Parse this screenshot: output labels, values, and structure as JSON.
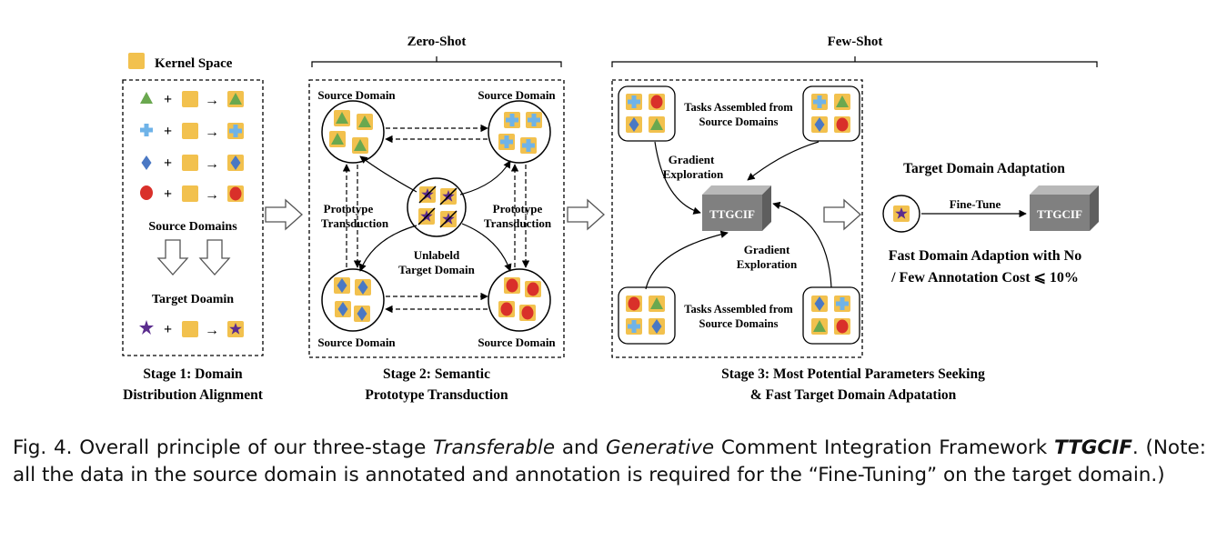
{
  "colors": {
    "kernel": "#f2c14e",
    "triangle": "#6aa84f",
    "cross": "#6fb3e8",
    "diamond": "#4a78c4",
    "circle": "#d9302a",
    "star": "#5b2d8e",
    "box": "#808080"
  },
  "headers": {
    "zero_shot": "Zero-Shot",
    "few_shot": "Few-Shot"
  },
  "stage1": {
    "kernel_label": "Kernel Space",
    "source_label": "Source Domains",
    "target_label": "Target Doamin",
    "plus": "+",
    "arrow": "→",
    "title_line1": "Stage 1: Domain",
    "title_line2": "Distribution Alignment"
  },
  "stage2": {
    "src_tl": "Source Domain",
    "src_tr": "Source Domain",
    "src_bl": "Source Domain",
    "src_br": "Source Domain",
    "pt_left_1": "Prototype",
    "pt_left_2": "Transduction",
    "pt_right_1": "Prototype",
    "pt_right_2": "Transduction",
    "unlabel_1": "Unlabeld",
    "unlabel_2": "Target Domain",
    "title_line1": "Stage 2: Semantic",
    "title_line2": "Prototype Transduction"
  },
  "stage3": {
    "tasks_top_1": "Tasks Assembled from",
    "tasks_top_2": "Source Domains",
    "tasks_bot_1": "Tasks Assembled from",
    "tasks_bot_2": "Source Domains",
    "grad_top_1": "Gradient",
    "grad_top_2": "Exploration",
    "grad_bot_1": "Gradient",
    "grad_bot_2": "Exploration",
    "model": "TTGCIF",
    "title_line1": "Stage 3: Most Potential Parameters Seeking",
    "title_line2": "& Fast Target Domain Adpatation"
  },
  "adaptation": {
    "title": "Target Domain Adaptation",
    "finetune": "Fine-Tune",
    "model": "TTGCIF",
    "desc_line1": "Fast Domain Adaption with No",
    "desc_line2": "/ Few Annotation Cost ⩽  10%"
  },
  "caption": {
    "prefix": "Fig. 4.  Overall principle of our three-stage ",
    "italic1": "Transferable",
    "mid1": " and ",
    "italic2": "Generative",
    "mid2": " Comment Integration Framework ",
    "bold": "TTGCIF",
    "suffix": ". (Note: all the data in the source domain is annotated and annotation is required for the “Fine-Tuning” on the target domain.)"
  }
}
